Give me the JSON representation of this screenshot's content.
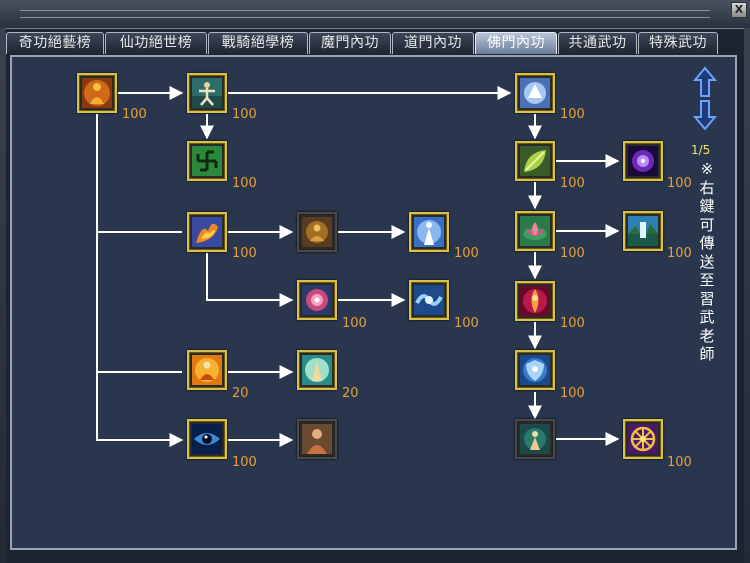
{
  "window": {
    "close_label": "X"
  },
  "tabs": [
    {
      "label": "奇功絕藝榜",
      "active": false
    },
    {
      "label": "仙功絕世榜",
      "active": false
    },
    {
      "label": "戰騎絕學榜",
      "active": false
    },
    {
      "label": "魔門內功",
      "active": false
    },
    {
      "label": "道門內功",
      "active": false
    },
    {
      "label": "佛門內功",
      "active": true
    },
    {
      "label": "共通武功",
      "active": false
    },
    {
      "label": "特殊武功",
      "active": false
    }
  ],
  "pager": {
    "indicator": "1/5"
  },
  "hint": {
    "text": "※右鍵可傳送至習武老師"
  },
  "skills": {
    "s1": {
      "level": "100",
      "icon": "golden-buddha-statue-icon",
      "locked": false
    },
    "s2": {
      "level": "100",
      "icon": "monk-stance-icon",
      "locked": false
    },
    "s3": {
      "level": "100",
      "icon": "swastika-icon",
      "locked": false
    },
    "s4": {
      "level": "100",
      "icon": "fire-palm-icon",
      "locked": false
    },
    "s5": {
      "level": "",
      "icon": "seated-meditation-icon",
      "locked": true
    },
    "s6": {
      "level": "100",
      "icon": "white-robed-guanyin-icon",
      "locked": false
    },
    "s7": {
      "level": "100",
      "icon": "pink-swirl-icon",
      "locked": false
    },
    "s8": {
      "level": "100",
      "icon": "blue-wave-icon",
      "locked": false
    },
    "s9": {
      "level": "20",
      "icon": "meditating-monk-icon",
      "locked": false
    },
    "s10": {
      "level": "20",
      "icon": "praying-hands-aura-icon",
      "locked": false
    },
    "s11": {
      "level": "100",
      "icon": "eye-icon",
      "locked": false
    },
    "s12": {
      "level": "",
      "icon": "monk-portrait-icon",
      "locked": true
    },
    "s13": {
      "level": "100",
      "icon": "cloud-figure-icon",
      "locked": false
    },
    "s14": {
      "level": "100",
      "icon": "green-leaf-strike-icon",
      "locked": false
    },
    "s15": {
      "level": "100",
      "icon": "purple-vortex-icon",
      "locked": false
    },
    "s16": {
      "level": "100",
      "icon": "lotus-flower-icon",
      "locked": false
    },
    "s17": {
      "level": "100",
      "icon": "waterfall-landscape-icon",
      "locked": false
    },
    "s18": {
      "level": "100",
      "icon": "red-flame-spirit-icon",
      "locked": false
    },
    "s19": {
      "level": "100",
      "icon": "blue-shield-icon",
      "locked": false
    },
    "s20": {
      "level": "",
      "icon": "glowing-figure-icon",
      "locked": true
    },
    "s21": {
      "level": "100",
      "icon": "golden-dharma-wheel-icon",
      "locked": false
    }
  },
  "colors": {
    "panel_bg": "#29364d",
    "frame_gold": "#d8c04a",
    "level_text": "#e6a03a",
    "hint_text": "#ffffff",
    "pager_text": "#f4e46a",
    "nav_arrow": "#4f8ce8"
  }
}
